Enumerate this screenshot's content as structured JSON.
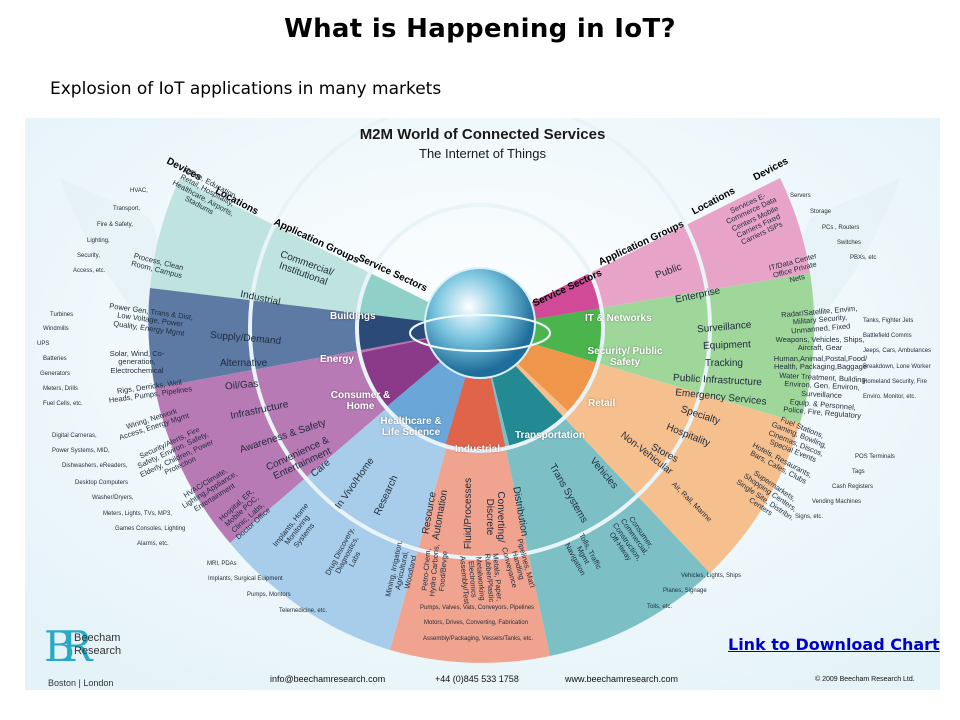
{
  "slide": {
    "title": "What is Happening in IoT?",
    "subtitle": "Explosion of IoT applications in many markets",
    "download_link": "Link to Download  Chart"
  },
  "diagram": {
    "title": "M2M World of Connected Services",
    "subtitle": "The Internet of Things",
    "ring_headers": {
      "devices_left": "Devices",
      "locations_left": "Locations",
      "application_groups_left": "Application Groups",
      "service_sectors_left": "Service Sectors",
      "service_sectors_right": "Service Sectors",
      "application_groups_right": "Application Groups",
      "locations_right": "Locations",
      "devices_right": "Devices"
    },
    "colors": {
      "buildings": "#8fd0c8",
      "energy": "#2c4a78",
      "consumer_home": "#8a3a88",
      "healthcare": "#6aa6d8",
      "industrial": "#e0644a",
      "transportation": "#238a94",
      "retail": "#f0964a",
      "security": "#4cb44c",
      "it_networks": "#d04a98"
    },
    "sectors": [
      {
        "name": "Buildings",
        "groups": [
          "Commercial/ Institutional",
          "Industrial"
        ],
        "locations": [
          "Office, Education, Retail, Hospitality, Healthcare, Airports, Stadiums",
          "Process, Clean Room, Campus"
        ],
        "devices": [
          "HVAC,",
          "Transport,",
          "Fire & Safety,",
          "Lighting,",
          "Security,",
          "Access, etc."
        ]
      },
      {
        "name": "Energy",
        "groups": [
          "Supply/Demand",
          "Alternative",
          "Oil/Gas"
        ],
        "locations": [
          "Power Gen, Trans & Dist, Low Voltage, Power Quality, Energy Mgmt",
          "Solar, Wind, Co-generation, Electrochemical",
          "Rigs, Derricks, Well Heads, Pumps, Pipelines"
        ],
        "devices": [
          "Turbines",
          "Windmills",
          "UPS",
          "Batteries",
          "Generators",
          "Meters, Drills",
          "Fuel Cells, etc."
        ]
      },
      {
        "name": "Consumer & Home",
        "groups": [
          "Infrastructure",
          "Awareness & Safety",
          "Convenience & Entertainment"
        ],
        "locations": [
          "Wiring, Network Access, Energy Mgmt",
          "Security/Alerts, Fire Safety, Environ. Safety, Elderly, Children, Power Protection",
          "HVAC/Climate, Lighting,Appliance, Entertainment"
        ],
        "devices": [
          "Digital Carneras,",
          "Power Systems, MID,",
          "Dishwashers, eReaders,",
          "Desktop Computers",
          "Washer/Dryers,",
          "Meters, Lights, TVs, MP3,",
          "Games Consoles, Lighting",
          "Alarms, etc."
        ]
      },
      {
        "name": "Healthcare & Life Science",
        "groups": [
          "Care",
          "In Vivo/Home",
          "Research"
        ],
        "locations": [
          "Hospital, ER, Mobile POC, Clinic, Labs, Doctor Office",
          "Implants, Home Monitoring Systems",
          "Drug Discovery, Diagnostics, Labs"
        ],
        "devices": [
          "MRI, PDAs",
          "Implants, Surgical Euipment",
          "Pumps, Montors",
          "Telemedicine, etc."
        ]
      },
      {
        "name": "Industrial",
        "groups": [
          "Resource Automation",
          "Fluid/Processes",
          "Converting/ Discrete",
          "Distribution"
        ],
        "locations": [
          "Mining, Irrigation, Agricultural, Woodland",
          "Petro-Chem, Hydro Carbons, Food/Bevge",
          "Metals, Paper, Rubber/Plastic Metalworking Electronics Assembly/Test",
          "Pipelines, Mat'l Handling Conveyance"
        ],
        "devices": [
          "Pumps, Valves, Vats, Conveyors, Pipelines",
          "Motors, Drives, Converting, Fabrication",
          "Assembly/Packaging, Vessels/Tanks, etc."
        ]
      },
      {
        "name": "Transportation",
        "groups": [
          "Trans Systems",
          "Vehicles",
          "Non-Vehicular"
        ],
        "locations": [
          "Tolls, Traffic Mgmt Navigation",
          "Consumer, Commercial, Construction, Off-Hiway",
          "Air, Rail, Marine"
        ],
        "devices": [
          "Vehicles, Lights, Ships",
          "Planes, Signage",
          "Tolls, etc."
        ]
      },
      {
        "name": "Retail",
        "groups": [
          "Specialty",
          "Hospitality",
          "Stores"
        ],
        "locations": [
          "Fuel Stations, Gaming, Bowling, Cinemas, Discos, Special Events",
          "Hotels, Resaurants, Bars, Cafes, Clubs",
          "Supermarkets, Shopping Centers, Single Site, Distribn. Centers"
        ],
        "devices": [
          "POS Terminals",
          "Tags",
          "Cash Registers",
          "Vending Machines",
          "Signs, etc."
        ]
      },
      {
        "name": "Security/ Public Safety",
        "groups": [
          "Surveillance",
          "Equipment",
          "Tracking",
          "Public Infrastructure",
          "Emergency Services"
        ],
        "locations": [
          "Radar/Satellite, Envim, Military Security, Unmanned, Fixed",
          "Weapons, Vehicles, Ships, Aircraft, Gear",
          "Human,Animal,Postal,Food/ Health, Packaging,Baggage",
          "Water Treatment, Building Environ, Gen. Environ, Surveillance",
          "Equip. & Personnel, Police, Fire, Regulatory"
        ],
        "devices": [
          "Tanks, Fighter Jets",
          "Battlefield Comms",
          "Jeeps, Cars, Ambulances",
          "Breakdown, Lone Worker",
          "Homeland Security, Fire",
          "Enviro. Monitor, etc."
        ]
      },
      {
        "name": "IT & Networks",
        "groups": [
          "Public",
          "Enterprise"
        ],
        "locations": [
          "Services E-Commerce Data Centers Mobile Carriers Fixed Carriers ISPs",
          "IT/Data Center Office Private Nets"
        ],
        "devices": [
          "Servers",
          "Storage",
          "PCs , Routers",
          "Switches",
          "PBXs, etc"
        ]
      }
    ]
  },
  "footer": {
    "company_line1": "Beecham",
    "company_line2": "Research",
    "logo_mark": "BR",
    "cities": "Boston | London",
    "email": "info@beechamresearch.com",
    "phone": "+44 (0)845 533 1758",
    "website": "www.beechamresearch.com",
    "copyright": "© 2009 Beecham Research Ltd."
  }
}
